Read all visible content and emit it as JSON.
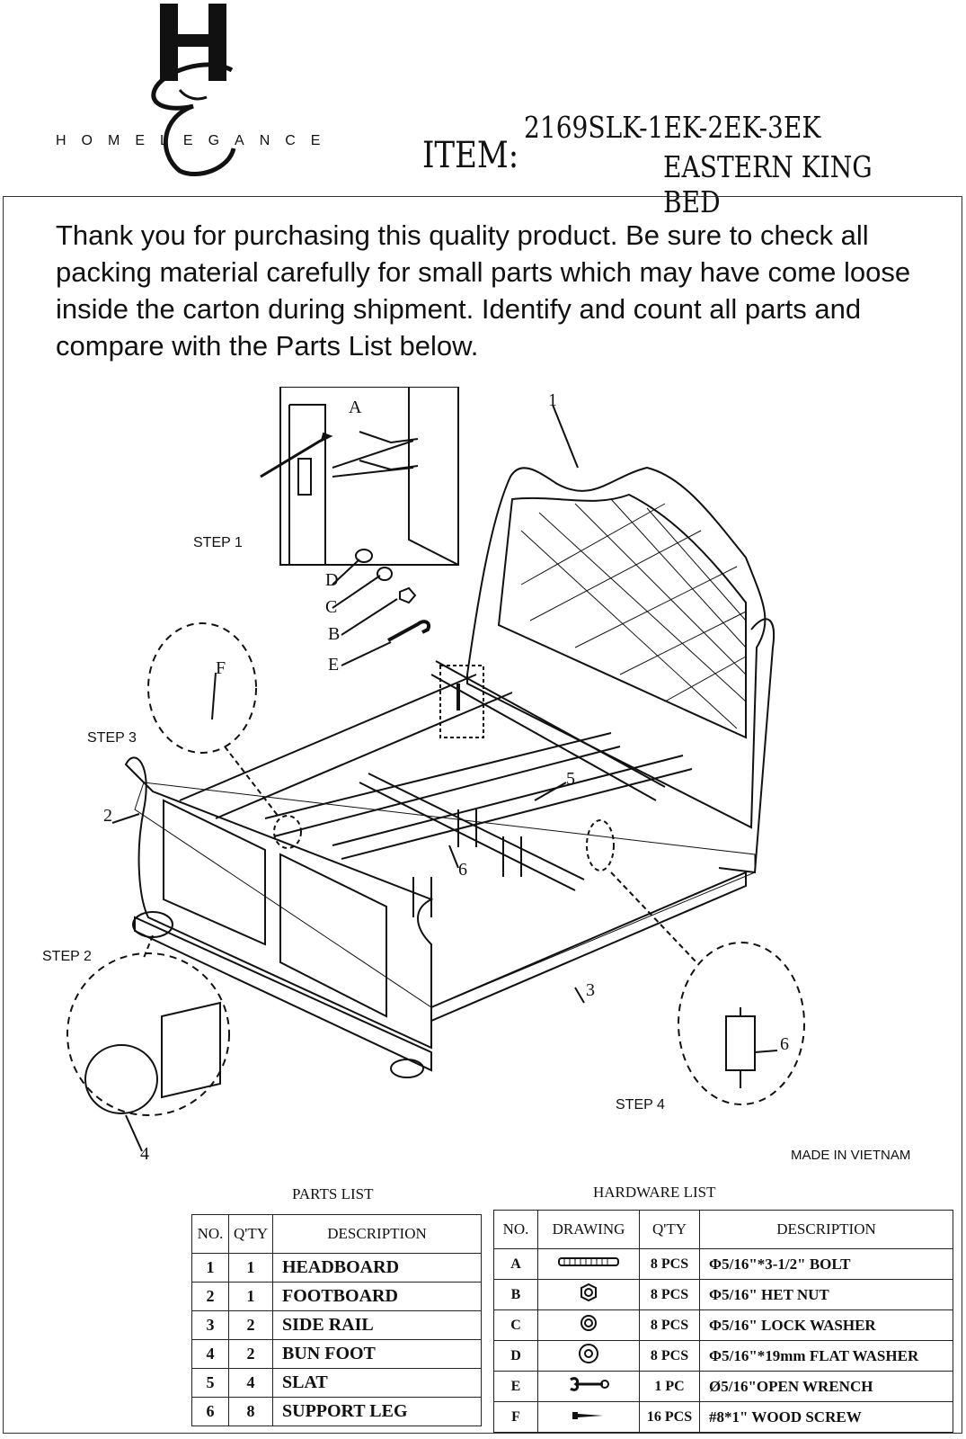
{
  "header": {
    "logo_letters": "HE",
    "brand": "HOMELEGANCE",
    "item_label": "ITEM:",
    "item_code": "2169SLK-1EK-2EK-3EK",
    "item_name": "EASTERN KING BED"
  },
  "intro": "Thank you for purchasing this quality product. Be sure to check all packing material carefully for small parts which may have come loose inside the carton during shipment. Identify and count all parts and compare with the Parts List below.",
  "drawing": {
    "steps": [
      "STEP 1",
      "STEP 2",
      "STEP 3",
      "STEP 4"
    ],
    "callouts": [
      "1",
      "2",
      "3",
      "4",
      "5",
      "6",
      "6",
      "A",
      "B",
      "C",
      "D",
      "E",
      "F"
    ]
  },
  "made_in": "MADE IN VIETNAM",
  "parts_list": {
    "title": "PARTS LIST",
    "headers": [
      "NO.",
      "Q'TY",
      "DESCRIPTION"
    ],
    "rows": [
      {
        "no": "1",
        "qty": "1",
        "desc": "HEADBOARD"
      },
      {
        "no": "2",
        "qty": "1",
        "desc": "FOOTBOARD"
      },
      {
        "no": "3",
        "qty": "2",
        "desc": "SIDE RAIL"
      },
      {
        "no": "4",
        "qty": "2",
        "desc": "BUN FOOT"
      },
      {
        "no": "5",
        "qty": "4",
        "desc": "SLAT"
      },
      {
        "no": "6",
        "qty": "8",
        "desc": "SUPPORT LEG"
      }
    ]
  },
  "hardware_list": {
    "title": "HARDWARE LIST",
    "headers": [
      "NO.",
      "DRAWING",
      "Q'TY",
      "DESCRIPTION"
    ],
    "rows": [
      {
        "no": "A",
        "icon": "bolt-icon",
        "qty": "8 PCS",
        "desc": "Φ5/16\"*3-1/2\"  BOLT"
      },
      {
        "no": "B",
        "icon": "hex-nut-icon",
        "qty": "8 PCS",
        "desc": "Φ5/16\" HET NUT"
      },
      {
        "no": "C",
        "icon": "lock-washer-icon",
        "qty": "8 PCS",
        "desc": "Φ5/16\"  LOCK WASHER"
      },
      {
        "no": "D",
        "icon": "flat-washer-icon",
        "qty": "8 PCS",
        "desc": "Φ5/16\"*19mm  FLAT WASHER"
      },
      {
        "no": "E",
        "icon": "wrench-icon",
        "qty": "1 PC",
        "desc": "Ø5/16\"OPEN WRENCH"
      },
      {
        "no": "F",
        "icon": "wood-screw-icon",
        "qty": "16 PCS",
        "desc": "#8*1\"  WOOD SCREW"
      }
    ]
  }
}
